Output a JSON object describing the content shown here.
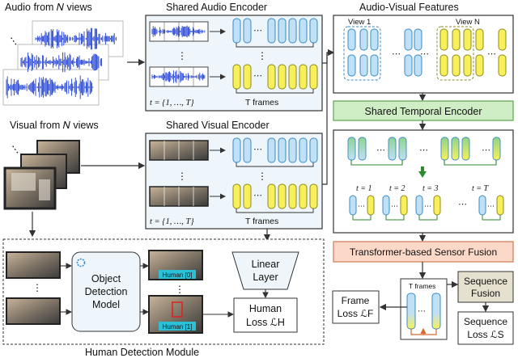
{
  "sections": {
    "audio_input": "Audio from 𝑁 views",
    "visual_input": "Visual from 𝑁 views",
    "audio_encoder": "Shared Audio Encoder",
    "visual_encoder": "Shared Visual Encoder",
    "av_features": "Audio-Visual Features",
    "human_detection": "Human Detection Module"
  },
  "labels": {
    "time_range": "t = {1, …, T}",
    "t_frames": "T frames",
    "view_1": "View 1",
    "view_n": "View N",
    "ellipsis": "⋯",
    "vdots": "⋮",
    "t1": "t = 1",
    "t2": "t = 2",
    "t3": "t = 3",
    "tT": "t = T"
  },
  "modules": {
    "temporal_encoder": "Shared Temporal Encoder",
    "sensor_fusion": "Transformer-based Sensor Fusion",
    "object_detection": [
      "Object",
      "Detection",
      "Model"
    ],
    "linear_layer": [
      "Linear",
      "Layer"
    ],
    "human_loss": [
      "Human",
      "Loss ℒH"
    ],
    "frame_loss": [
      "Frame",
      "Loss ℒF"
    ],
    "sequence_fusion": [
      "Sequence",
      "Fusion"
    ],
    "sequence_loss": [
      "Sequence",
      "Loss ℒS"
    ]
  },
  "detections": {
    "d0": "Human [0]",
    "d1": "Human [1]"
  },
  "colors": {
    "blue_fill": "#bfe0f5",
    "blue_stroke": "#3b8bc5",
    "yellow_fill": "#f7f05a",
    "yellow_stroke": "#8c8a20",
    "green_module": "#cfeec5",
    "green_stroke": "#5aa64b",
    "orange_module": "#fbd8c8",
    "orange_stroke": "#d07a52",
    "fusion_fill": "#e6e0cf",
    "panel_bg": "#eef6fb",
    "audio_wave": "#1f3fd6",
    "detect_tag": "#2cc0d6",
    "arrow": "#333333",
    "green_arrow": "#2d8a2d",
    "orange_arrow": "#d46b2c"
  }
}
